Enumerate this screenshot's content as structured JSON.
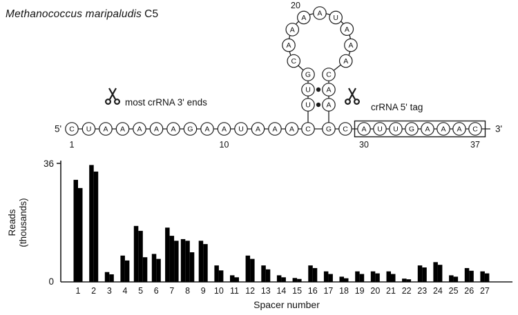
{
  "header": {
    "species": "Methanococcus maripaludis",
    "strain": "C5"
  },
  "diagram": {
    "five_prime": "5'",
    "three_prime": "3'",
    "cut_left_label": "most crRNA 3' ends",
    "cut_right_label": "crRNA 5' tag",
    "position_labels": [
      "1",
      "10",
      "20",
      "30",
      "37"
    ],
    "left_arm": [
      "C",
      "U",
      "A",
      "A",
      "A",
      "A",
      "A",
      "G",
      "A",
      "A",
      "U",
      "A",
      "A",
      "A"
    ],
    "stem": {
      "left_base": "C",
      "right_base": "G",
      "left_column": [
        "G",
        "U",
        "U"
      ],
      "right_column": [
        "C",
        "A",
        "A"
      ],
      "dot_rows": [
        1,
        2
      ]
    },
    "loop": [
      "C",
      "A",
      "A",
      "A",
      "A",
      "U",
      "A",
      "A",
      "A"
    ],
    "after_stem": "C",
    "tag_boxed": [
      "A",
      "U",
      "U",
      "G",
      "A",
      "A",
      "A",
      "C"
    ]
  },
  "chart_data": {
    "type": "bar",
    "title": "",
    "xlabel": "Spacer number",
    "ylabel": "Reads (thousands)",
    "ylabel_lines": [
      "Reads",
      "(thousands)"
    ],
    "ylim": [
      0,
      36
    ],
    "ytick_labels": [
      "36",
      "0"
    ],
    "bar_color": "#000000",
    "categories": [
      "1",
      "2",
      "3",
      "4",
      "5",
      "6",
      "7",
      "8",
      "9",
      "10",
      "11",
      "12",
      "13",
      "14",
      "15",
      "16",
      "17",
      "18",
      "19",
      "20",
      "21",
      "22",
      "23",
      "24",
      "25",
      "26",
      "27"
    ],
    "groups": [
      [
        31,
        28.5
      ],
      [
        35.5,
        33.5
      ],
      [
        3,
        2.3
      ],
      [
        8,
        6.5
      ],
      [
        17,
        15.5,
        7.5
      ],
      [
        8.5,
        7
      ],
      [
        16.5,
        14,
        12.5
      ],
      [
        13,
        12.5,
        9
      ],
      [
        12.5,
        11.5
      ],
      [
        5,
        3.5
      ],
      [
        2,
        1.4
      ],
      [
        8,
        7
      ],
      [
        5,
        3.8
      ],
      [
        2,
        1.4
      ],
      [
        1.2,
        0.9
      ],
      [
        5,
        4.2
      ],
      [
        3.2,
        2.4
      ],
      [
        1.6,
        1.1
      ],
      [
        3.2,
        2.4
      ],
      [
        3.2,
        2.6
      ],
      [
        3.2,
        2.4
      ],
      [
        1,
        0.8
      ],
      [
        5,
        4.4
      ],
      [
        6,
        5.2
      ],
      [
        2,
        1.6
      ],
      [
        4.2,
        3.4
      ],
      [
        3.2,
        2.6
      ]
    ]
  }
}
